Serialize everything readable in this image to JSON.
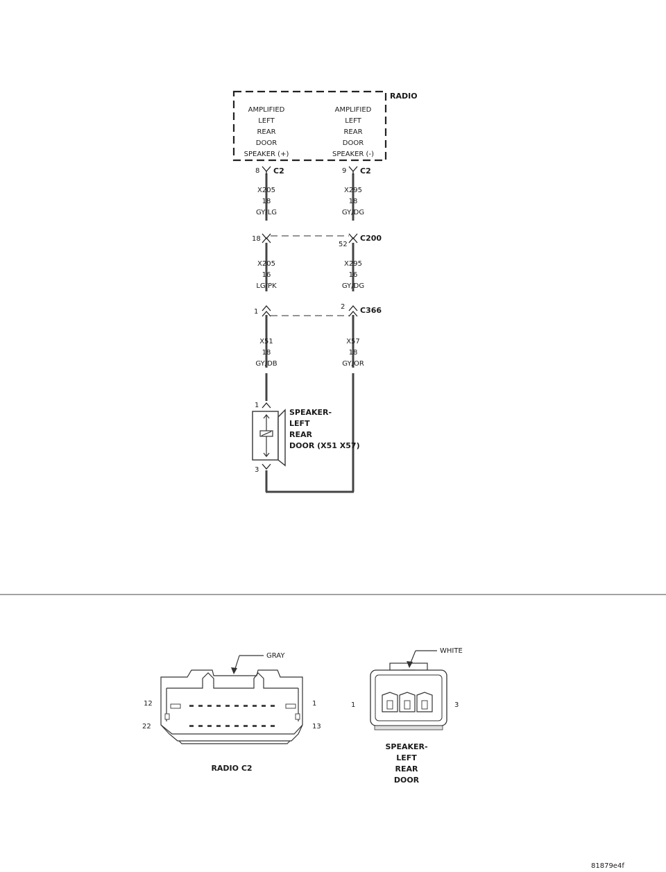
{
  "radio": {
    "label": "RADIO",
    "left_lines": [
      "AMPLIFIED",
      "LEFT",
      "REAR",
      "DOOR",
      "SPEAKER (+)"
    ],
    "right_lines": [
      "AMPLIFIED",
      "LEFT",
      "REAR",
      "DOOR",
      "SPEAKER (-)"
    ]
  },
  "connectors": {
    "c2": {
      "label": "C2",
      "pin_left": "8",
      "pin_right": "9"
    },
    "c200": {
      "label": "C200",
      "pin_left": "18",
      "pin_right": "52"
    },
    "c366": {
      "label": "C366",
      "pin_left": "1",
      "pin_right": "2"
    }
  },
  "wires": {
    "seg1_left": [
      "X205",
      "18",
      "GY/LG"
    ],
    "seg1_right": [
      "X295",
      "18",
      "GY/DG"
    ],
    "seg2_left": [
      "X205",
      "16",
      "LG/PK"
    ],
    "seg2_right": [
      "X295",
      "16",
      "GY/DG"
    ],
    "seg3_left": [
      "X51",
      "18",
      "GY/DB"
    ],
    "seg3_right": [
      "X57",
      "18",
      "GY/OR"
    ]
  },
  "speaker": {
    "pin_top": "1",
    "pin_bottom": "3",
    "lines": [
      "SPEAKER-",
      "LEFT",
      "REAR",
      "DOOR (X51 X57)"
    ]
  },
  "radio_c2_view": {
    "color": "GRAY",
    "pin_12": "12",
    "pin_1": "1",
    "pin_22": "22",
    "pin_13": "13",
    "name": "RADIO C2"
  },
  "speaker_view": {
    "color": "WHITE",
    "pin_1": "1",
    "pin_3": "3",
    "name_lines": [
      "SPEAKER-",
      "LEFT",
      "REAR",
      "DOOR"
    ]
  },
  "footer": {
    "code": "81879e4f"
  }
}
